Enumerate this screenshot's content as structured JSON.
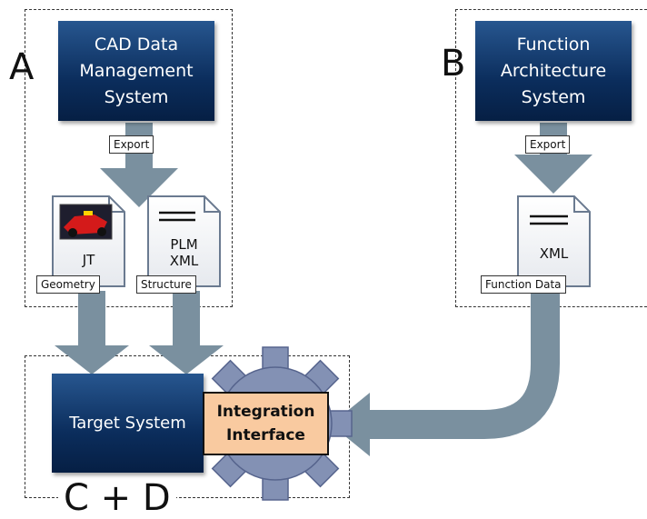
{
  "section_a": {
    "letter": "A",
    "system": "CAD Data\nManagement\nSystem",
    "export_label": "Export",
    "jt_doc": "JT",
    "plm_doc": "PLM\nXML",
    "geometry_label": "Geometry",
    "structure_label": "Structure"
  },
  "section_b": {
    "letter": "B",
    "system": "Function\nArchitecture\nSystem",
    "export_label": "Export",
    "xml_doc": "XML",
    "function_label": "Function Data"
  },
  "section_cd": {
    "letter": "C + D",
    "target": "Target System",
    "integration": "Integration\nInterface"
  },
  "colors": {
    "system_box": "#0b2d5c",
    "arrow": "#7a909f",
    "gear": "#8391b4",
    "integration": "#f9caa0"
  }
}
